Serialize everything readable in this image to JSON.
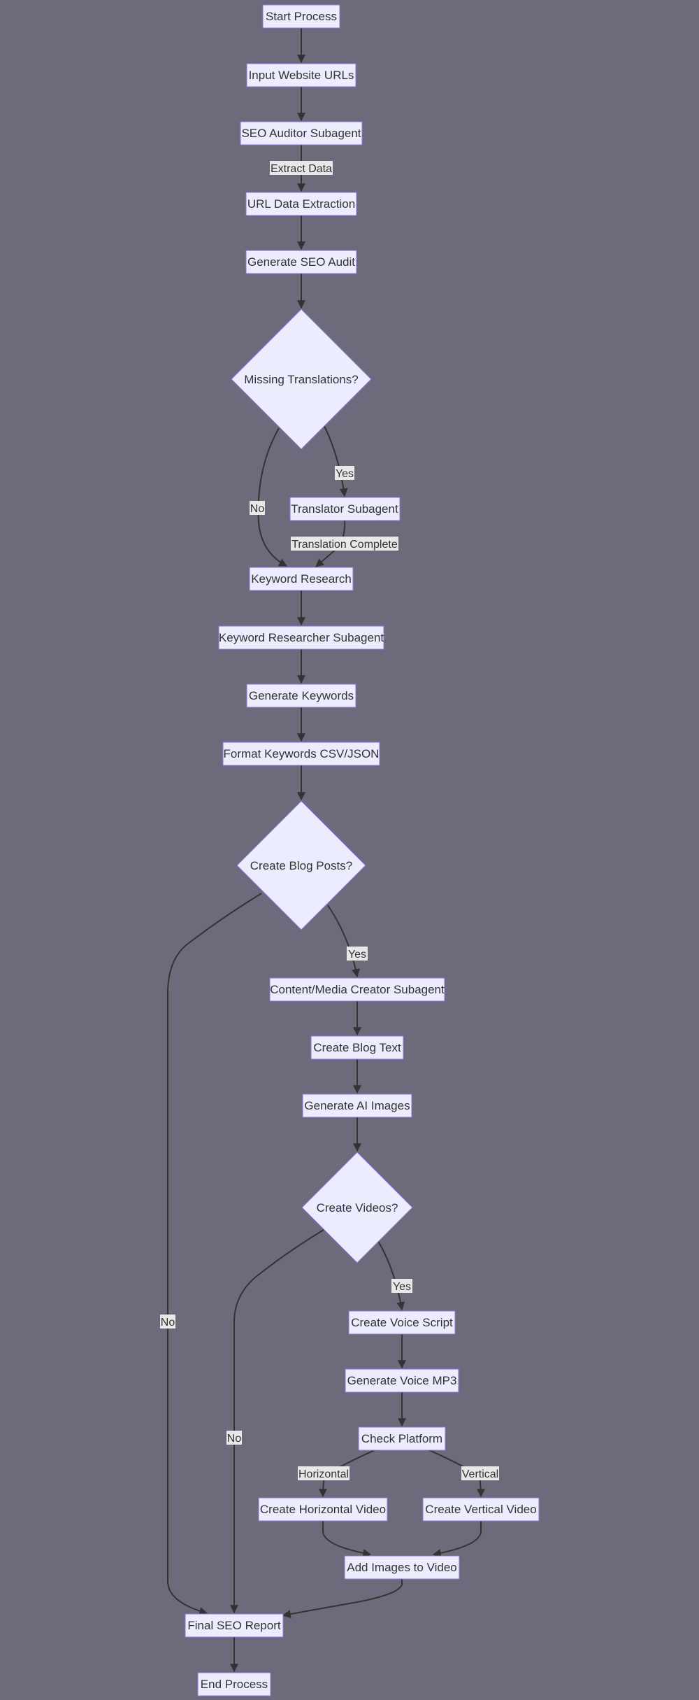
{
  "flowchart": {
    "nodes": {
      "start": "Start Process",
      "input_urls": "Input Website URLs",
      "seo_auditor": "SEO Auditor Subagent",
      "url_extraction": "URL Data Extraction",
      "gen_audit": "Generate SEO Audit",
      "missing_translations": "Missing Translations?",
      "translator": "Translator Subagent",
      "keyword_research": "Keyword Research",
      "keyword_researcher": "Keyword Researcher Subagent",
      "gen_keywords": "Generate Keywords",
      "format_keywords": "Format Keywords CSV/JSON",
      "create_blog": "Create Blog Posts?",
      "content_creator": "Content/Media Creator Subagent",
      "blog_text": "Create Blog Text",
      "ai_images": "Generate AI Images",
      "create_videos": "Create Videos?",
      "voice_script": "Create Voice Script",
      "voice_mp3": "Generate Voice MP3",
      "check_platform": "Check Platform",
      "horizontal_video": "Create Horizontal Video",
      "vertical_video": "Create Vertical Video",
      "add_images": "Add Images to Video",
      "final_report": "Final SEO Report",
      "end": "End Process"
    },
    "edge_labels": {
      "extract_data": "Extract Data",
      "translations_no": "No",
      "translations_yes": "Yes",
      "translation_complete": "Translation Complete",
      "blog_yes": "Yes",
      "blog_no": "No",
      "videos_yes": "Yes",
      "videos_no": "No",
      "horizontal": "Horizontal",
      "vertical": "Vertical"
    }
  },
  "colors": {
    "background": "#6b6b7b",
    "node_fill": "#ececff",
    "node_stroke": "#9370db",
    "edge": "#333333",
    "text": "#333333",
    "label_bg": "#e8e8e8"
  }
}
